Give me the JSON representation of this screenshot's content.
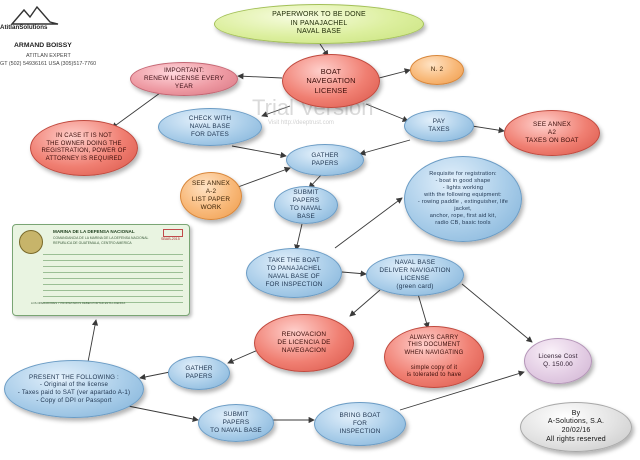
{
  "brand": {
    "company": "AtitlanSolutions",
    "person": "ARMAND BOISSY",
    "role": "ATITLAN EXPERT",
    "phones": "GT (502) 54936161  USA (305)517-7760"
  },
  "watermark": {
    "text": "Trial Version",
    "url": "Visit http://deeptrust.com"
  },
  "colors": {
    "blue": "#a9cde9",
    "red": "#f07f72",
    "pink": "#ee9aa3",
    "orange": "#f8b878",
    "green": "#dcef9e",
    "purple": "#e3cde4",
    "gray": "#e2e2e2",
    "connector": "#3a3a3a"
  },
  "license_card": {
    "title": "MARINA DE LA DEFENSA NACIONAL",
    "sub1": "COMANDANCIA DE LA MARINA DE LA DEFENSA NACIONAL",
    "sub2": "REPUBLICA DE GUATEMALA, CENTRO AMERICA",
    "serial": "SBAB-2015",
    "note": "LOS OPERADORES Y PROPIETARIOS DEBEN PORTAR ESTA LICENCIA"
  },
  "nodes": {
    "title": "PAPERWORK TO BE DONE\nIN PANAJACHEL\nNAVAL BASE",
    "boat_license": "BOAT\nNAVEGATION\nLICENSE",
    "n2": "N. 2",
    "important": "IMPORTANT:\nRENEW LICENSE EVERY\nYEAR",
    "not_owner": "IN CASE IT IS NOT\nTHE OWNER DOING THE\nREGISTRATION, POWER OF\nATTORNEY IS REQUIRED",
    "check_dates": "CHECK WITH\nNAVAL BASE\nFOR DATES",
    "pay_taxes": "PAY\nTAXES",
    "annex_a2": "SEE ANNEX\nA2\nTAXES ON BOAT",
    "gather_papers": "GATHER\nPAPERS",
    "annex_a2_list": "SEE ANNEX\nA-2\nLIST PAPER\nWORK",
    "submit_papers": "SUBMIT\nPAPERS\nTO NAVAL BASE",
    "requisite": "Requisite for registration:\n- boat in good shape\n- lights working\nwith the following equipment:\n- rowing paddle , extinguisher, life\njacket,\nanchor, rope, first aid kit,\nradio CB, basic tools",
    "take_boat": "TAKE THE BOAT\nTO PANAJACHEL\nNAVAL BASE OF\nFOR INSPECTION",
    "deliver_license": "NAVAL BASE\nDELIVER NAVIGATION\nLICENSE\n(green card)",
    "renovacion": "RENOVACION\nDE LICENCIA DE\nNAVEGACION",
    "always_carry": "ALWAYS CARRY\nTHIS DOCUMENT\nWHEN NAVIGATING\n\nsimple copy of it\nis tolerated to have",
    "license_cost": "License Cost\nQ. 150.00",
    "gather_papers_2": "GATHER\nPAPERS",
    "present": "PRESENT THE FOLLOWING :\n- Original of the license\n- Taxes paid to SAT (ver apartado A-1)\n- Copy of DPI or Passport",
    "submit_papers_2": "SUBMIT\nPAPERS\nTO NAVAL BASE",
    "bring_boat": "BRING BOAT\nFOR\nINSPECTION",
    "credits": "By\nA-Solutions, S.A.\n20/02/16\nAll rights reserved"
  }
}
